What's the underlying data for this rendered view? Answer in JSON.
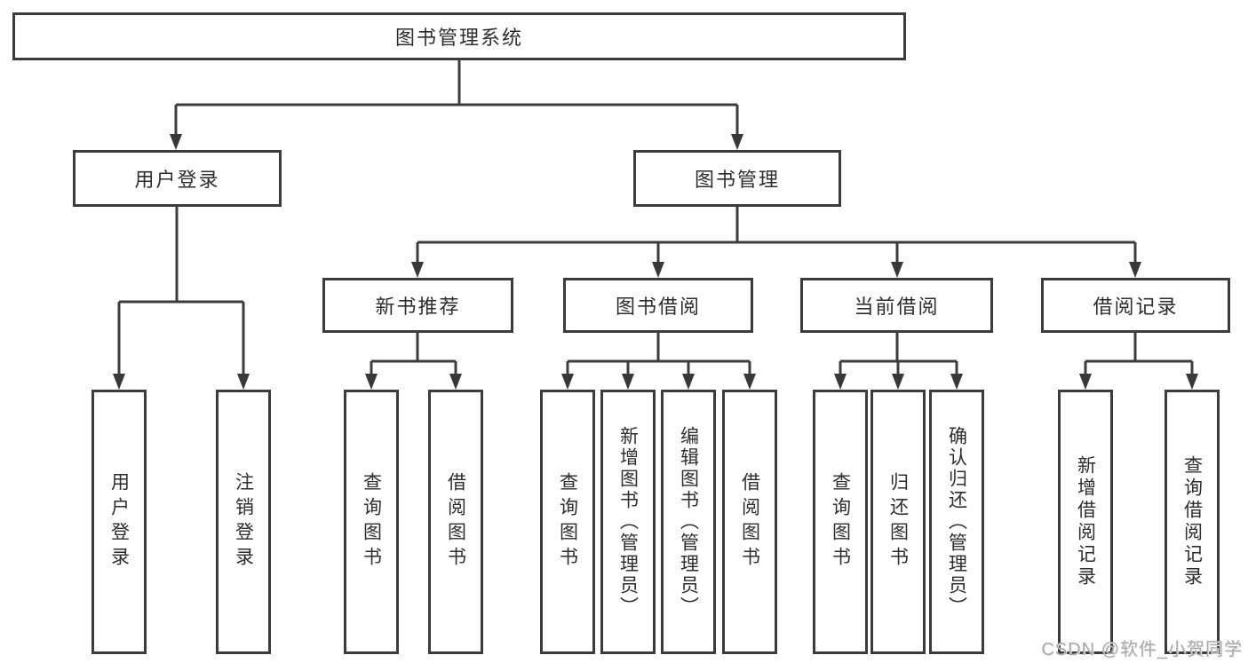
{
  "colors": {
    "background": "#ffffff",
    "line": "#3c3c3c",
    "box_border": "#3c3c3c",
    "text": "#2d2d2d",
    "watermark": "#a9a9a9"
  },
  "diagram_type": "hierarchy-tree",
  "tree": {
    "label": "图书管理系统",
    "children": [
      {
        "label": "用户登录",
        "children": [
          {
            "label": "用户登录"
          },
          {
            "label": "注销登录"
          }
        ]
      },
      {
        "label": "图书管理",
        "children": [
          {
            "label": "新书推荐",
            "children": [
              {
                "label": "查询图书"
              },
              {
                "label": "借阅图书"
              }
            ]
          },
          {
            "label": "图书借阅",
            "children": [
              {
                "label": "查询图书"
              },
              {
                "label": "新增图书（管理员）"
              },
              {
                "label": "编辑图书（管理员）"
              },
              {
                "label": "借阅图书"
              }
            ]
          },
          {
            "label": "当前借阅",
            "children": [
              {
                "label": "查询图书"
              },
              {
                "label": "归还图书"
              },
              {
                "label": "确认归还（管理员）"
              }
            ]
          },
          {
            "label": "借阅记录",
            "children": [
              {
                "label": "新增借阅记录"
              },
              {
                "label": "查询借阅记录"
              }
            ]
          }
        ]
      }
    ]
  },
  "watermark": {
    "text": "CSDN @软件_小贺同学"
  }
}
